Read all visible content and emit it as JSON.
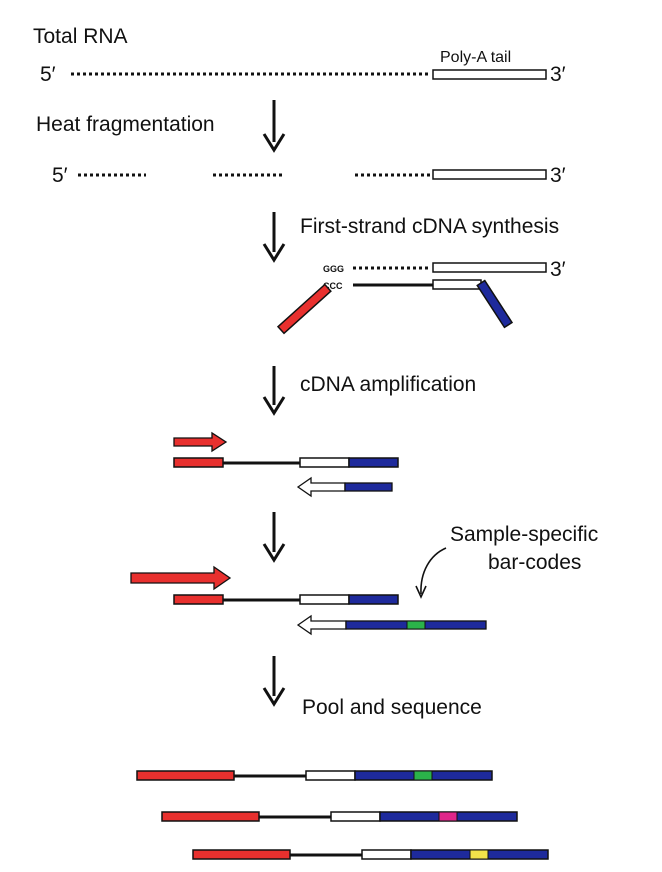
{
  "labels": {
    "total_rna": "Total RNA",
    "poly_a_tail": "Poly-A tail",
    "five_prime": "5′",
    "three_prime": "3′",
    "heat_fragmentation": "Heat fragmentation",
    "first_strand": "First-strand cDNA synthesis",
    "ggg": "GGG",
    "ccc": "CCC",
    "cdna_amplification": "cDNA amplification",
    "barcodes_line1": "Sample-specific",
    "barcodes_line2": "bar-codes",
    "pool_and_sequence": "Pool and sequence"
  },
  "colors": {
    "adapter_red": "#e8302e",
    "adapter_blue": "#1e2a9c",
    "polyA_white": "#ffffff",
    "barcode_green": "#2bb34a",
    "barcode_magenta": "#e0268a",
    "barcode_yellow": "#f3e24a",
    "line_black": "#111111"
  }
}
